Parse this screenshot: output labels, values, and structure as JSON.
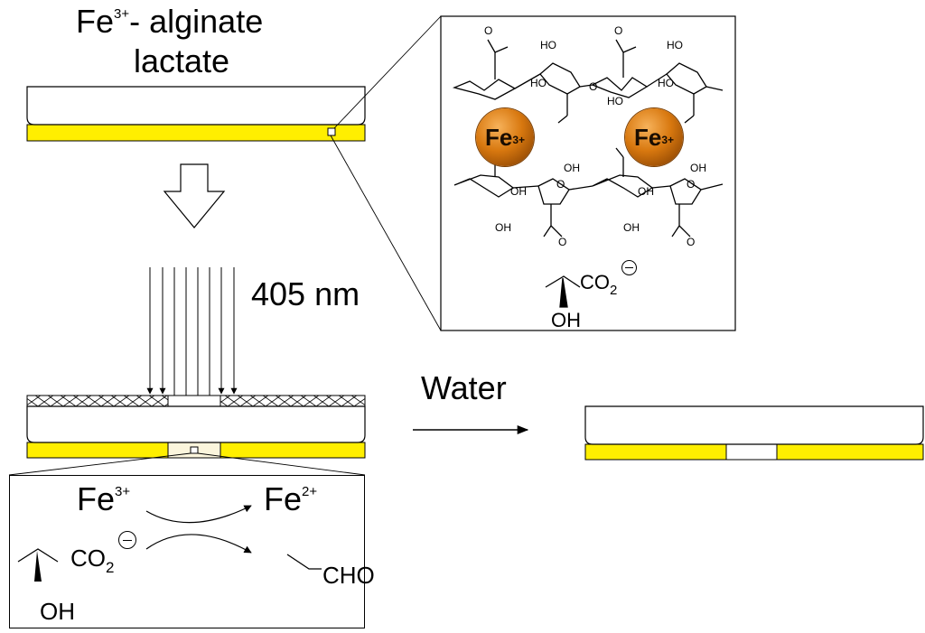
{
  "colors": {
    "film": "#ffef00",
    "ion_base": "#d8780f",
    "line": "#000000",
    "hole": "#fbf5dc"
  },
  "labels": {
    "top_title_fe": "Fe",
    "top_title_sup": "3+",
    "top_title_rest": "- alginate",
    "top_title_line2": "lactate",
    "wavelength": "405 nm",
    "water": "Water"
  },
  "inset_top": {
    "ion_symbol": "Fe",
    "ion_charge": "3+",
    "lactate_co2": "CO",
    "lactate_sub": "2",
    "lactate_oh": "OH",
    "ho": "HO",
    "oh": "OH",
    "o": "O"
  },
  "inset_bottom": {
    "reactant_fe": "Fe",
    "reactant_sup": "3+",
    "product_fe": "Fe",
    "product_sup": "2+",
    "lactate_co2": "CO",
    "lactate_sub": "2",
    "lactate_oh": "OH",
    "product_cho": "CHO"
  }
}
